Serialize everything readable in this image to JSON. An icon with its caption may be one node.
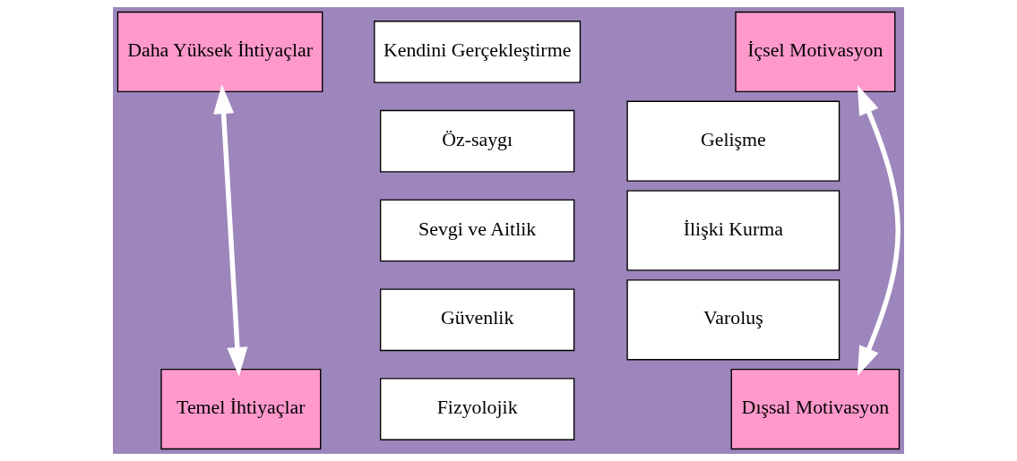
{
  "diagram": {
    "nodes": [
      {
        "text": [
          "Daha Yüksek İhtiyaçlar"
        ]
      },
      {
        "text": [
          "İçsel Motivasyon"
        ]
      },
      {
        "text": [
          "Kendini Gerçekleştirme"
        ]
      },
      {
        "text": [
          "Öz-saygı"
        ]
      },
      {
        "text": [
          "Sevgi ve Aitlik"
        ]
      },
      {
        "text": [
          "Güvenlik"
        ]
      },
      {
        "text": [
          "Fizyolojik"
        ]
      },
      {
        "text": [
          "Gelişme"
        ]
      },
      {
        "text": [
          "İlişki Kurma"
        ]
      },
      {
        "text": [
          "Varoluş"
        ]
      },
      {
        "text": [
          "Temel İhtiyaçlar"
        ]
      },
      {
        "text": [
          "Dışsal Motivasyon"
        ]
      }
    ],
    "edges": [
      {
        "from": 0,
        "to": 10,
        "arrow": "both"
      },
      {
        "from": 1,
        "to": 11,
        "arrow": "both"
      }
    ]
  }
}
